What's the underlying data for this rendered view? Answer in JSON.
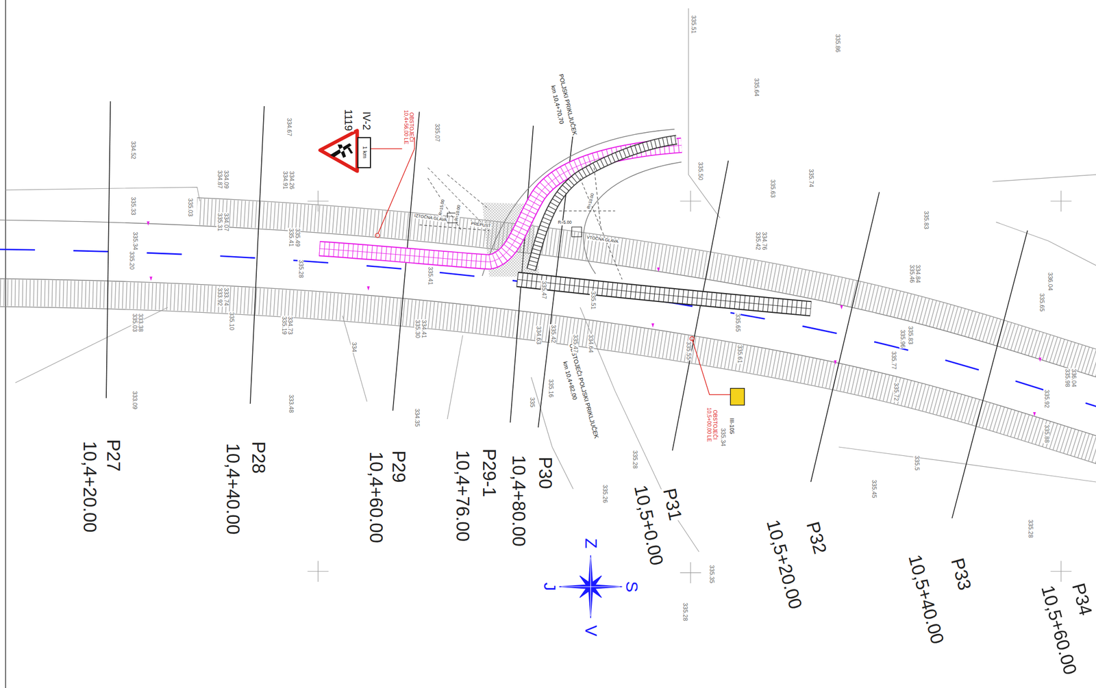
{
  "diagram": {
    "labels": [
      "P27",
      "10,4+20.00",
      "P28",
      "10,4+40.00",
      "P29",
      "10,4+60.00",
      "P29-1",
      "10,4+76.00",
      "P30",
      "10,4+80.00",
      "P31",
      "10,5+0.00",
      "P32",
      "10,5+20.00",
      "P33",
      "10,5+40.00",
      "P34",
      "10,5+60.00",
      "1119",
      "IV-2",
      "1 km",
      "OBSTOJEČI 10,4+56,00 LE",
      "POLJSKI PRIKLJUČEK",
      "km 10,4+70,70",
      "IZTOČNA GLAVA",
      "PREPUST",
      "VTOČNA GLAVA",
      "R=15.00",
      "R=10.00",
      "R=10.00",
      "R=5.00",
      "OBSTOJEČI POLJSKI PRIKLJUČEK",
      "km 10,4+82,00",
      "OBSTOJEČI 10,5+00,00 LE",
      "III-105",
      "S",
      "Z",
      "J",
      "V",
      "335.51",
      "335.86",
      "335.64",
      "334.52",
      "334.67",
      "335.07",
      "335.50",
      "335.63",
      "335.74",
      "335.83",
      "335.33",
      "335.03",
      "334.87",
      "334.09",
      "334.91",
      "334.26",
      "335.31",
      "334.07",
      "335.41",
      "335.49",
      "335.28",
      "335.34",
      "335.20",
      "335.42",
      "334.76",
      "335.46",
      "334.84",
      "336.04",
      "335.65",
      "333.92",
      "333.74",
      "335.10",
      "335.19",
      "334.73",
      "335.30",
      "334.41",
      "335.41",
      "335.47",
      "335.51",
      "334.63",
      "335.42",
      "335.47",
      "334.64",
      "335.16",
      "335.65",
      "335.61",
      "335.55",
      "335.96",
      "335.83",
      "335.77",
      "335.72",
      "335.92",
      "335.88",
      "335.98",
      "336.04",
      "335.03",
      "333.38",
      "333.09",
      "333.48",
      "334.35",
      "334",
      "335",
      "335.28",
      "335.26",
      "335.34",
      "335.5",
      "335.45",
      "335.35",
      "335.28",
      "335.28"
    ]
  }
}
